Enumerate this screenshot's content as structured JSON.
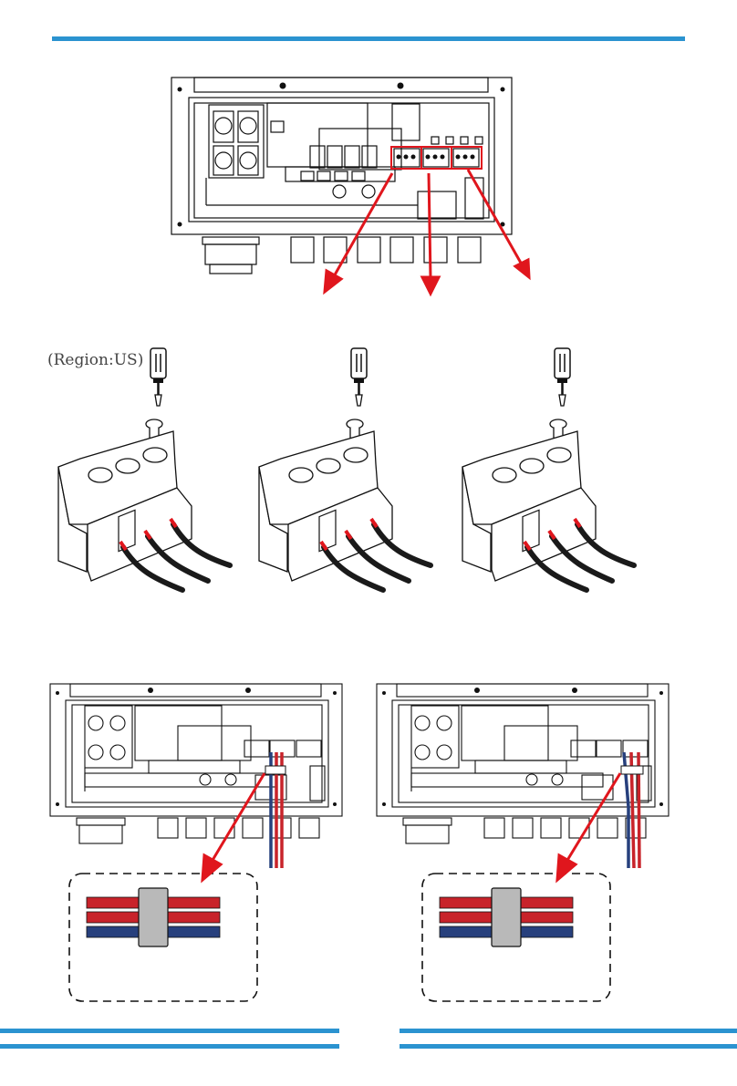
{
  "page": {
    "accent_color": "#2b93d0",
    "highlight_color": "#e0161d",
    "wire_red": "#c8232a",
    "wire_blue": "#27407d",
    "ferrite_gray": "#b9b9b9"
  },
  "top_figure": {
    "description": "Inverter wiring compartment with three highlighted terminal blocks",
    "highlighted_terminals": 3,
    "arrows": 3,
    "cable_glands": 6
  },
  "terminal_figures": {
    "region_label": "(Region:US)",
    "blocks": [
      {
        "name": "terminal-block-1",
        "wires": 3
      },
      {
        "name": "terminal-block-2",
        "wires": 3
      },
      {
        "name": "terminal-block-3",
        "wires": 3
      }
    ]
  },
  "bottom_figures": [
    {
      "name": "ct-installation-left",
      "wires": [
        "red",
        "red",
        "blue"
      ]
    },
    {
      "name": "ct-installation-right",
      "wires": [
        "red",
        "red",
        "blue"
      ]
    }
  ]
}
